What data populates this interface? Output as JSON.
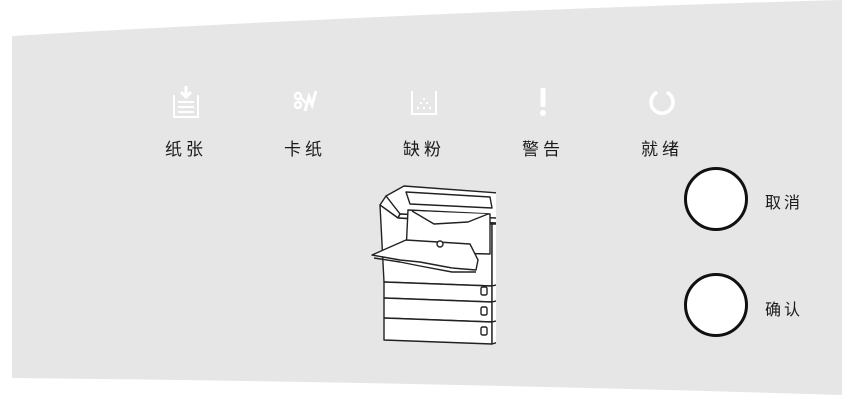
{
  "colors": {
    "panel": "#e6e6e6",
    "icon": "#ffffff",
    "text": "#1a1a1a",
    "outline": "#111111"
  },
  "indicators": [
    {
      "label": "纸张",
      "icon": "paper-tray-icon"
    },
    {
      "label": "卡纸",
      "icon": "paper-jam-icon"
    },
    {
      "label": "缺粉",
      "icon": "toner-low-icon"
    },
    {
      "label": "警告",
      "icon": "exclamation-icon"
    },
    {
      "label": "就绪",
      "icon": "ready-icon"
    }
  ],
  "buttons": {
    "cancel_label": "取消",
    "confirm_label": "确认"
  }
}
